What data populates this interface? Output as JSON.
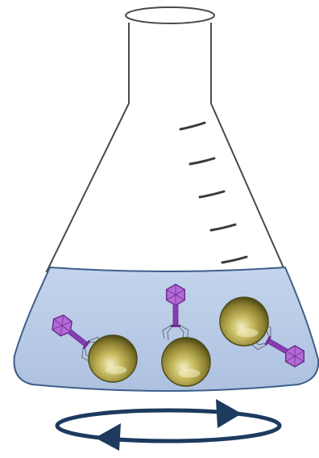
{
  "figure": {
    "subject": "flask-with-phage-and-beads",
    "colors": {
      "glass_outline": "#4a4a4a",
      "liquid_fill": "#b8cae6",
      "liquid_outline": "#3e5f8c",
      "graduation": "#3a3a3a",
      "bead_light": "#f3efc7",
      "bead_mid": "#a79b44",
      "bead_dark": "#4e4a16",
      "phage_head": "#b36ad6",
      "phage_head_dark": "#6b2e8f",
      "phage_tail": "#8a3fb5",
      "phage_fiber": "#5a5a5a",
      "rotation_arrow": "#1d3a5f"
    },
    "icons": [
      "erlenmeyer-flask-icon",
      "bead-icon",
      "bacteriophage-icon",
      "rotation-arrow-icon"
    ],
    "bead_count": 3,
    "phage_count": 3,
    "graduation_marks": 5
  }
}
